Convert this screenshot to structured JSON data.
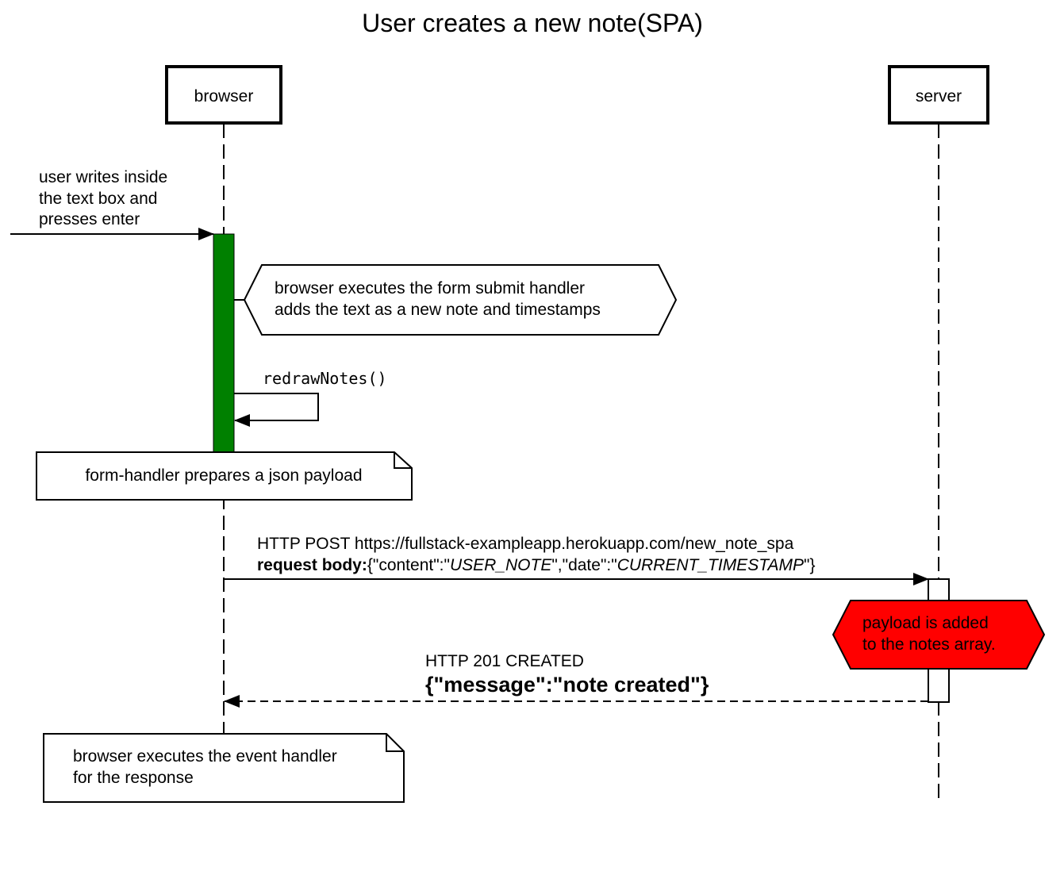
{
  "title": "User creates a new note(SPA)",
  "participants": {
    "browser": "browser",
    "server": "server"
  },
  "messages": {
    "user_input": [
      "user writes inside",
      "the text box and",
      "presses enter"
    ],
    "submit_handler": [
      "browser executes the form submit handler",
      "adds the text as a new note and timestamps"
    ],
    "redraw": "redrawNotes()",
    "post_line1": "HTTP POST https://fullstack-exampleapp.herokuapp.com/new_note_spa",
    "post_body_label": "request body:",
    "post_body_p1": "{\"content\":\"",
    "post_body_user_note": "USER_NOTE",
    "post_body_p2": "\",\"date\":\"",
    "post_body_timestamp": "CURRENT_TIMESTAMP",
    "post_body_p3": "\"}",
    "server_action": [
      "payload is added",
      "to the notes array."
    ],
    "response_line1": "HTTP 201 CREATED",
    "response_line2": "{\"message\":\"note created\"}"
  },
  "notes": {
    "json_payload": "form-handler prepares a json payload",
    "event_handler": [
      "browser executes the event handler",
      "for the response"
    ]
  },
  "colors": {
    "browser_activation": "#008000",
    "server_action_fill": "#ff0000",
    "line": "#000000"
  }
}
